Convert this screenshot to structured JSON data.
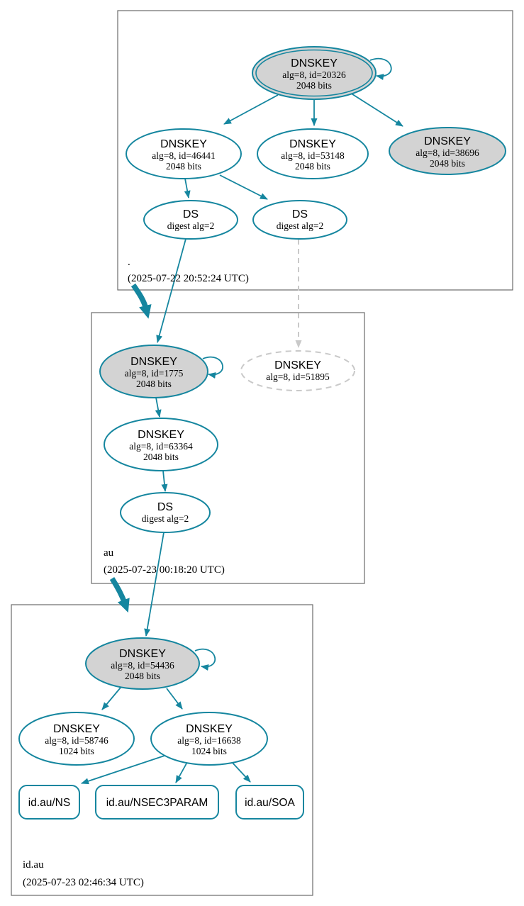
{
  "diagram": {
    "type": "dnssec-authentication-chain",
    "colors": {
      "secure_teal": "#15869f",
      "node_fill_gray": "#d3d3d3",
      "node_fill_white": "#ffffff",
      "dashed_gray": "#c9c9c9",
      "zone_box_border": "#6b6b6b",
      "text": "#000000"
    },
    "zones": [
      {
        "label": ".",
        "timestamp": "(2025-07-22 20:52:24 UTC)",
        "nodes": {
          "ksk": {
            "title": "DNSKEY",
            "detail1": "alg=8, id=20326",
            "detail2": "2048 bits"
          },
          "zsk1": {
            "title": "DNSKEY",
            "detail1": "alg=8, id=46441",
            "detail2": "2048 bits"
          },
          "zsk2": {
            "title": "DNSKEY",
            "detail1": "alg=8, id=53148",
            "detail2": "2048 bits"
          },
          "ksk2": {
            "title": "DNSKEY",
            "detail1": "alg=8, id=38696",
            "detail2": "2048 bits"
          },
          "ds1": {
            "title": "DS",
            "detail1": "digest alg=2"
          },
          "ds2": {
            "title": "DS",
            "detail1": "digest alg=2"
          }
        }
      },
      {
        "label": "au",
        "timestamp": "(2025-07-23 00:18:20 UTC)",
        "nodes": {
          "ksk": {
            "title": "DNSKEY",
            "detail1": "alg=8, id=1775",
            "detail2": "2048 bits"
          },
          "missing": {
            "title": "DNSKEY",
            "detail1": "alg=8, id=51895"
          },
          "zsk": {
            "title": "DNSKEY",
            "detail1": "alg=8, id=63364",
            "detail2": "2048 bits"
          },
          "ds": {
            "title": "DS",
            "detail1": "digest alg=2"
          }
        }
      },
      {
        "label": "id.au",
        "timestamp": "(2025-07-23 02:46:34 UTC)",
        "nodes": {
          "ksk": {
            "title": "DNSKEY",
            "detail1": "alg=8, id=54436",
            "detail2": "2048 bits"
          },
          "zsk1": {
            "title": "DNSKEY",
            "detail1": "alg=8, id=58746",
            "detail2": "1024 bits"
          },
          "zsk2": {
            "title": "DNSKEY",
            "detail1": "alg=8, id=16638",
            "detail2": "1024 bits"
          },
          "rrset_ns": {
            "label": "id.au/NS"
          },
          "rrset_nsec3param": {
            "label": "id.au/NSEC3PARAM"
          },
          "rrset_soa": {
            "label": "id.au/SOA"
          }
        }
      }
    ]
  }
}
